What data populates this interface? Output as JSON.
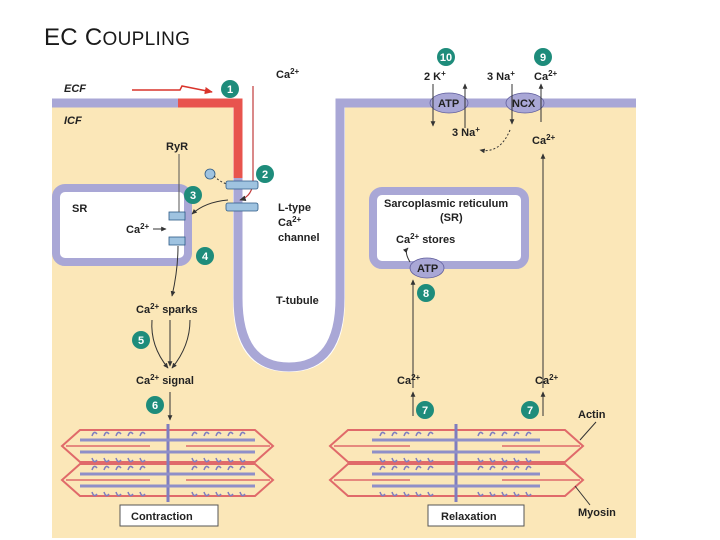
{
  "slide": {
    "title_first": "EC C",
    "title_rest": "OUPLING"
  },
  "compartments": {
    "ecf": "ECF",
    "icf": "ICF"
  },
  "labels": {
    "ca2plus": "Ca",
    "ca_sup": "2+",
    "ryr": "Ry",
    "ryr_r": "R",
    "sr": "SR",
    "ltype_1": "L-type",
    "ltype_2": "Ca",
    "ltype_3": "channel",
    "ttubule": "T-tubule",
    "sparks": "sparks",
    "signal": "signal",
    "sr_box_1": "Sarcoplasmic reticulum",
    "sr_box_2": "(SR)",
    "ca_stores": "stores",
    "atp": "ATP",
    "ncx": "NCX",
    "k_label": "2 K",
    "k_sup": "+",
    "na3_top": "3 Na",
    "na3_bottom": "3 Na",
    "na_sup": "+",
    "actin": "Actin",
    "myosin": "Myosin",
    "contraction": "Contraction",
    "relaxation": "Relaxation"
  },
  "steps": [
    "1",
    "2",
    "3",
    "4",
    "5",
    "6",
    "7",
    "7",
    "8",
    "9",
    "10"
  ],
  "colors": {
    "cytosol": "#fbe7b8",
    "membrane": "#a9a7d6",
    "membrane_dark": "#8e8cc4",
    "step_circle": "#1e8c7b",
    "depolarization": "#e8544e",
    "sarcomere": "#e06a6a",
    "filament": "#8f8fc8"
  }
}
